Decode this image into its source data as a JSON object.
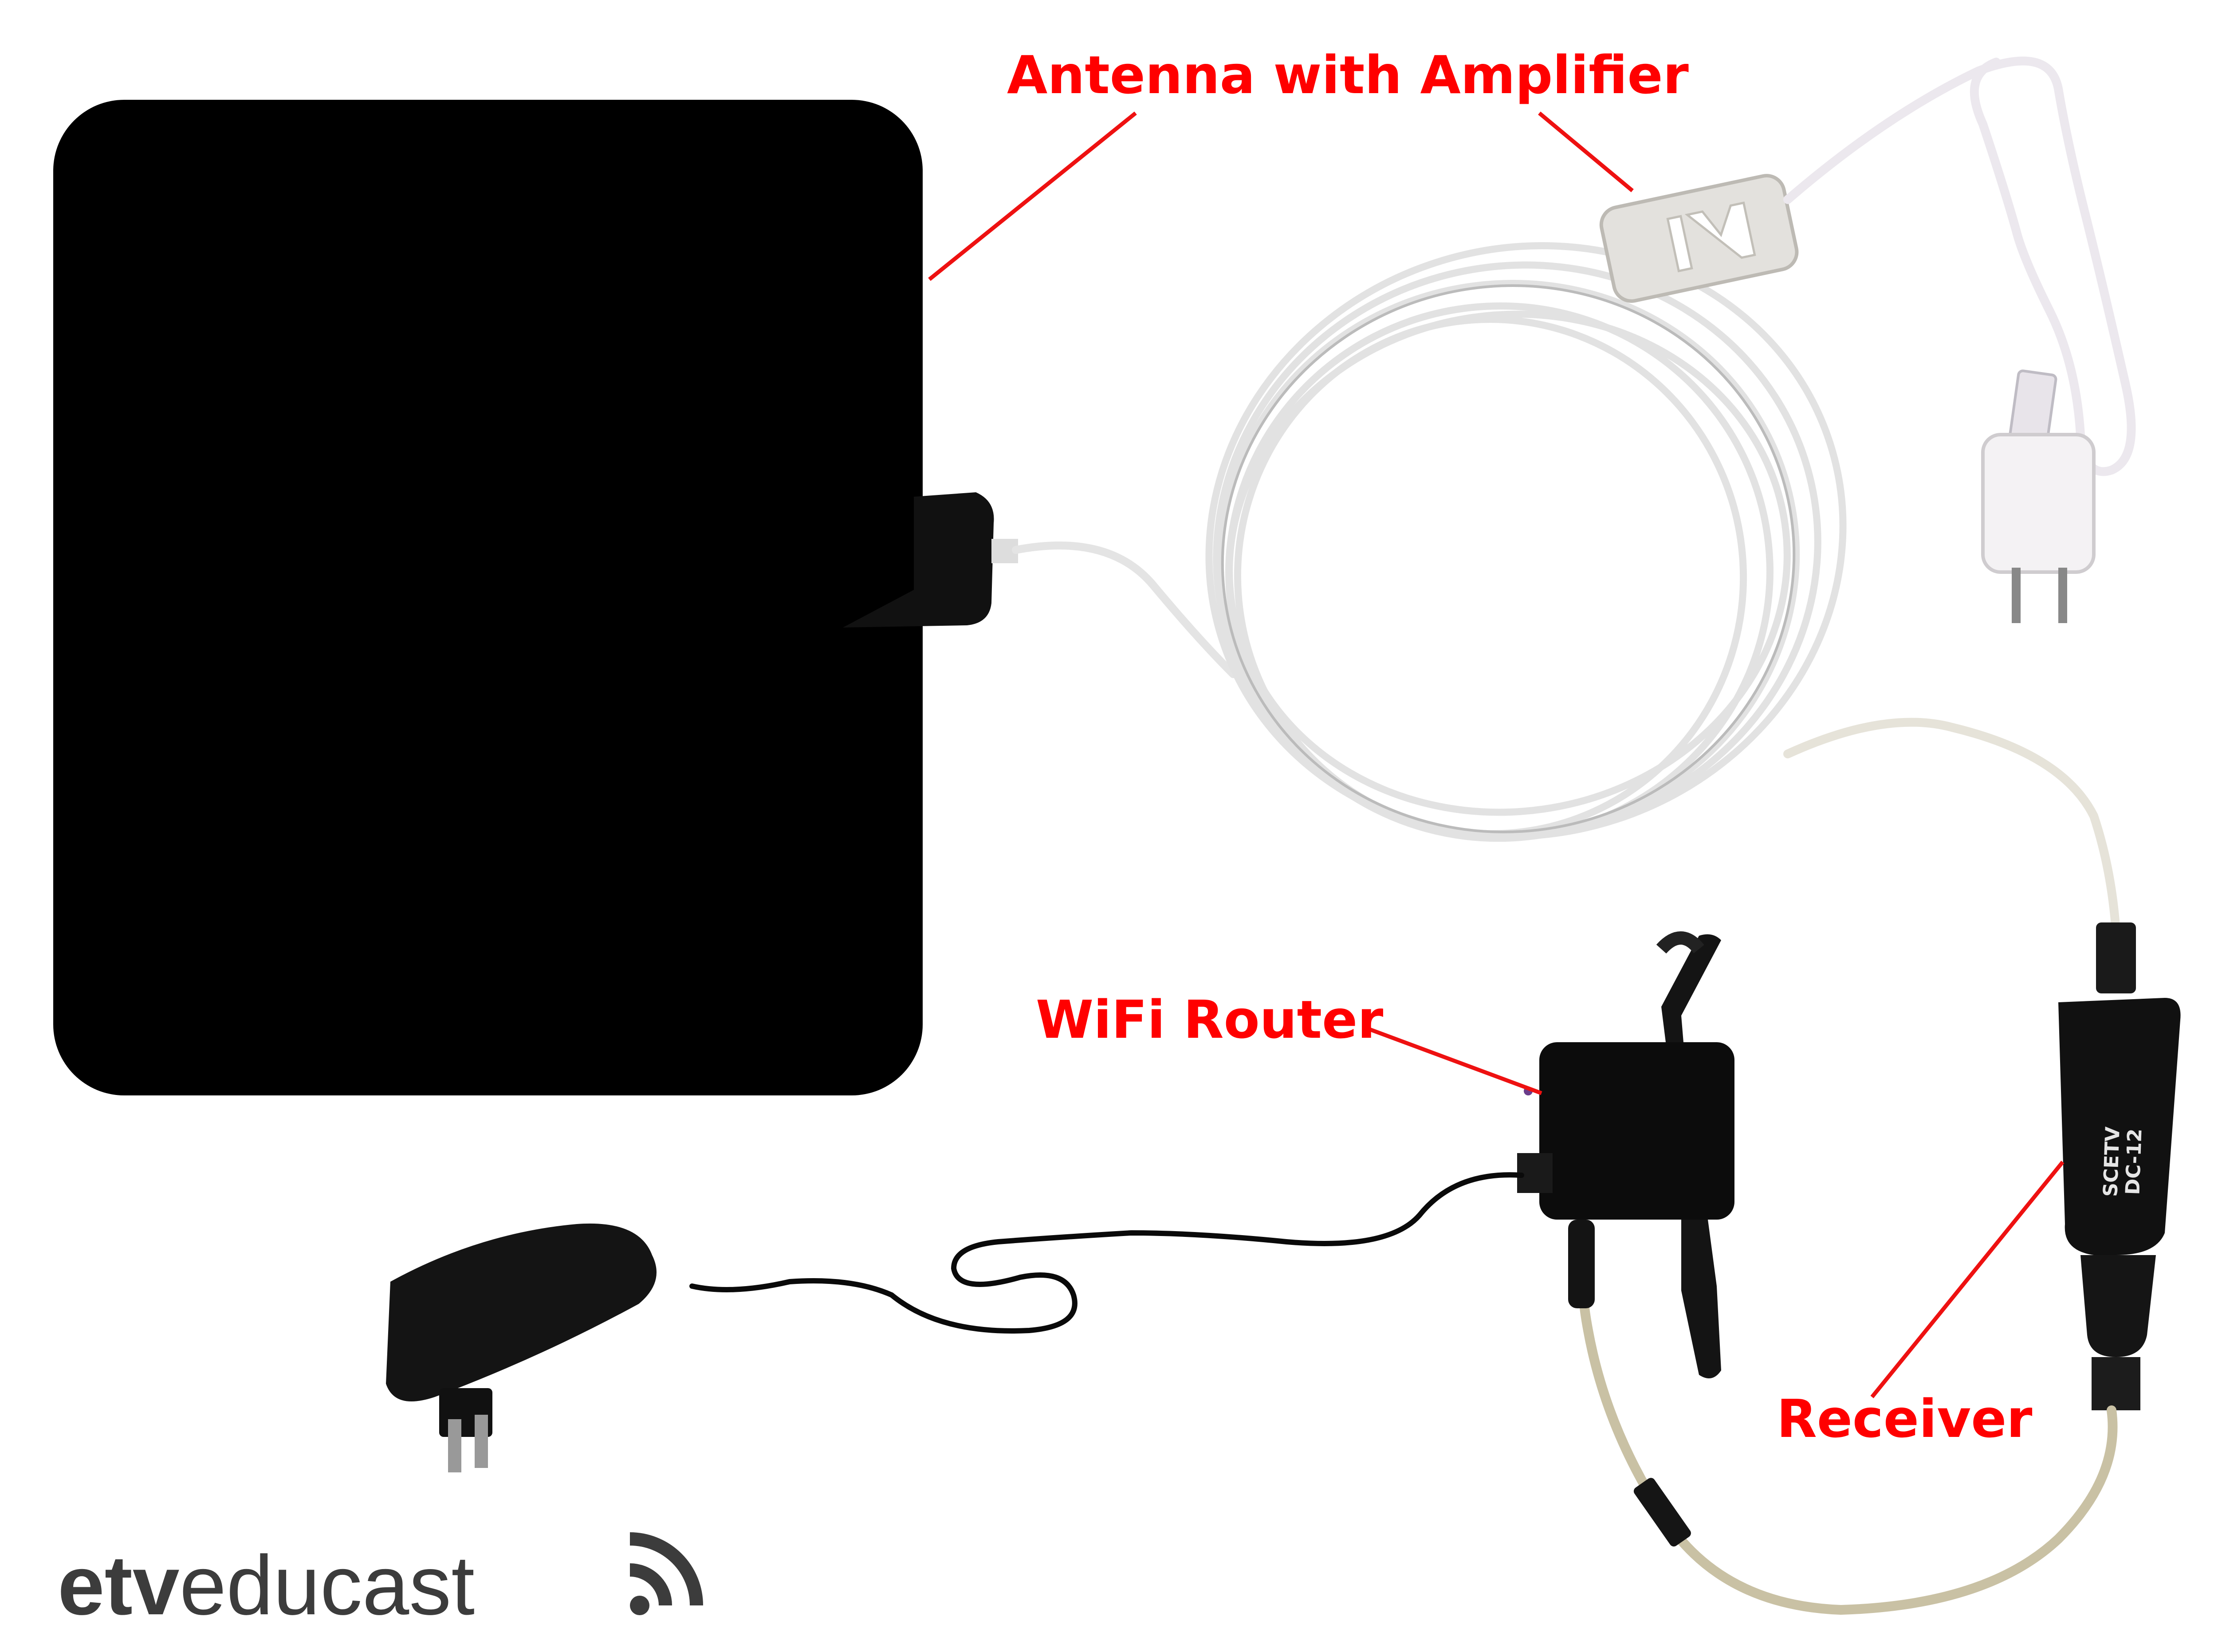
{
  "labels": {
    "antenna": "Antenna with Amplifier",
    "router": "WiFi Router",
    "receiver": "Receiver"
  },
  "receiver_print": {
    "line1": "SCETV",
    "line2": "DC-12"
  },
  "logo": {
    "part1": "etv",
    "part2": "educast",
    "icon": "broadcast-signal-icon"
  },
  "colors": {
    "label": "#ff0000",
    "leader": "#ee1111",
    "antenna_panel": "#000000",
    "cable": "#e4e4e4",
    "logo": "#3c3c3c"
  }
}
